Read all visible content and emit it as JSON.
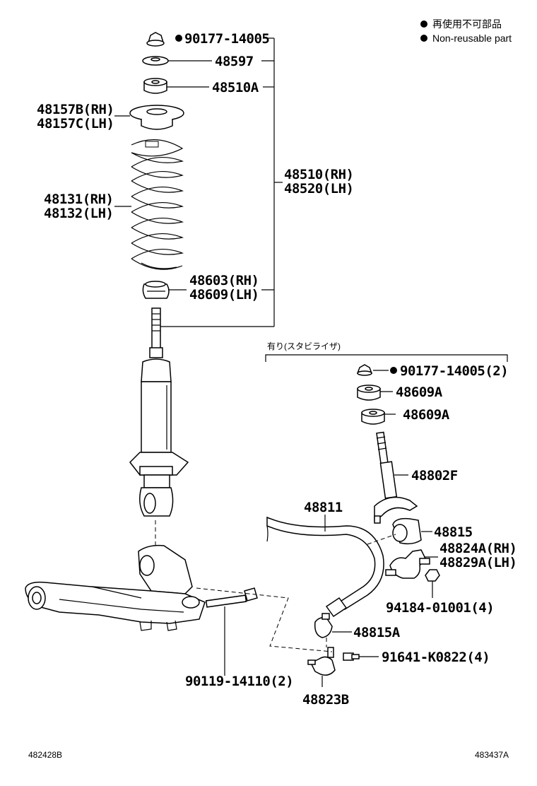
{
  "legend": {
    "jp": "再使用不可部品",
    "en": "Non-reusable part"
  },
  "stabilizer_header": "有り(スタビライザ)",
  "labels": {
    "nut_top": "90177-14005",
    "washer_48597": "48597",
    "bushing_48510A": "48510A",
    "seat_rh": "48157B(RH)",
    "seat_lh": "48157C(LH)",
    "assy_rh": "48510(RH)",
    "assy_lh": "48520(LH)",
    "spring_rh": "48131(RH)",
    "spring_lh": "48132(LH)",
    "bumper_rh": "48603(RH)",
    "bumper_lh": "48609(LH)",
    "stab_nut": "90177-14005(2)",
    "stab_bush1": "48609A",
    "stab_bush2": "48609A",
    "link": "48802F",
    "bar": "48811",
    "bar_bush": "48815",
    "bracket_rh": "48824A(RH)",
    "bracket_lh": "48829A(LH)",
    "nut_94184": "94184-01001(4)",
    "bush_48815A": "48815A",
    "bolt_91641": "91641-K0822(4)",
    "bolt_90119": "90119-14110(2)",
    "clamp": "48823B"
  },
  "footer": {
    "left": "482428B",
    "right": "483437A"
  }
}
